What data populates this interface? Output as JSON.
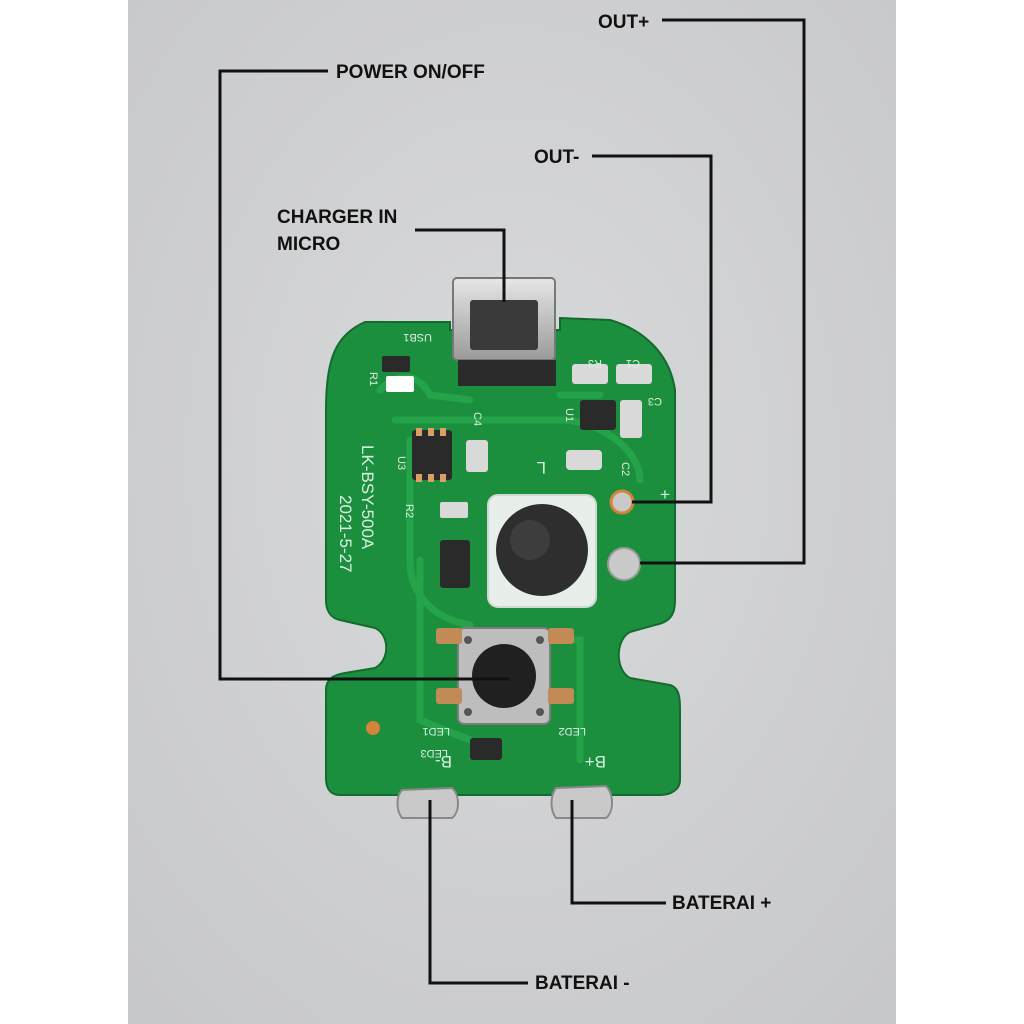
{
  "labels": {
    "out_plus": "OUT+",
    "out_minus": "OUT-",
    "power": "POWER ON/OFF",
    "charger_line1": "CHARGER IN",
    "charger_line2": "MICRO",
    "bat_plus": "BATERAI +",
    "bat_minus": "BATERAI -"
  },
  "silkscreen": {
    "model": "LK-BSY-500A",
    "date": "2021-5-27",
    "usb": "USB1",
    "u3": "U3",
    "r2": "R2",
    "r1": "R1",
    "r3": "R3",
    "c1": "C1",
    "c2": "C2",
    "c3": "C3",
    "c4": "C4",
    "u1": "U1",
    "l": "L",
    "led1": "LED1",
    "led2": "LED2",
    "led3": "LED3",
    "b_minus": "B-",
    "b_plus": "B+",
    "plus": "+"
  },
  "colors": {
    "background": "#d2d3d5",
    "pcb": "#1c8f3e",
    "pcb_trace": "#24a34a",
    "solder": "#c9c9c9",
    "leader": "#111111"
  }
}
